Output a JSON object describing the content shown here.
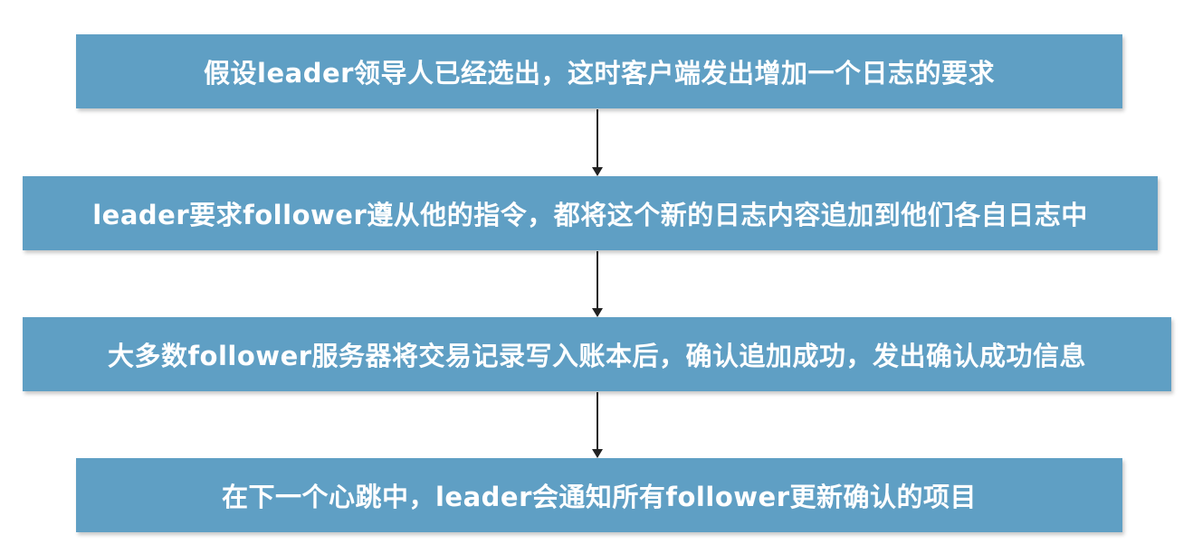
{
  "diagram": {
    "steps": [
      {
        "text": "假设leader领导人已经选出，这时客户端发出增加一个日志的要求"
      },
      {
        "text": "leader要求follower遵从他的指令，都将这个新的日志内容追加到他们各自日志中"
      },
      {
        "text": "大多数follower服务器将交易记录写入账本后，确认追加成功，发出确认成功信息"
      },
      {
        "text": "在下一个心跳中，leader会通知所有follower更新确认的项目"
      }
    ],
    "colors": {
      "box_fill": "#5f9fc4",
      "box_text": "#ffffff",
      "arrow": "#222222"
    }
  }
}
